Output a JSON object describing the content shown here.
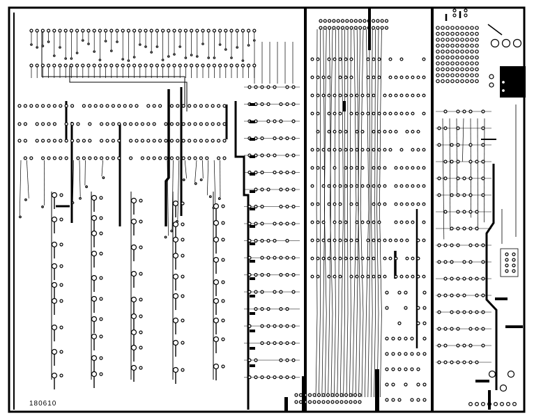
{
  "board": {
    "label": "180610",
    "colors": {
      "background": "#ffffff",
      "trace": "#000000",
      "pad_fill": "#ffffff",
      "pad_stroke": "#000000"
    },
    "regions": [
      {
        "name": "left-logic-section"
      },
      {
        "name": "center-bus-section"
      },
      {
        "name": "right-connector-section"
      }
    ],
    "components": [
      {
        "name": "pin-grid-array"
      },
      {
        "name": "mounting-holes"
      },
      {
        "name": "edge-connector-header"
      },
      {
        "name": "ic-footprint-rows"
      },
      {
        "name": "discrete-pad-columns"
      },
      {
        "name": "bus-trace-fan"
      }
    ]
  }
}
